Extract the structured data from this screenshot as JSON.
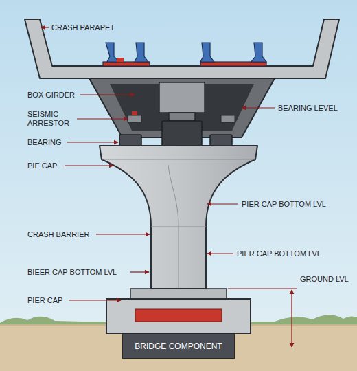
{
  "diagram": {
    "nodes": [
      {
        "text": [
          "BRIDGE COMPONENT"
        ]
      }
    ],
    "labels": [
      "CRASH PARAPET",
      "BOX GIRDER",
      "SEISMIC ARRESTOR",
      "BEARING",
      "PIE CAP",
      "CRASH BARRIER",
      "BIEER CAP BOTTOM LVL",
      "PIER CAP",
      "BEARING LEVEL",
      "PIER CAP BOTTOM LVL",
      "PIER CAP BOTTOM LVL",
      "GROUND LVL"
    ]
  }
}
